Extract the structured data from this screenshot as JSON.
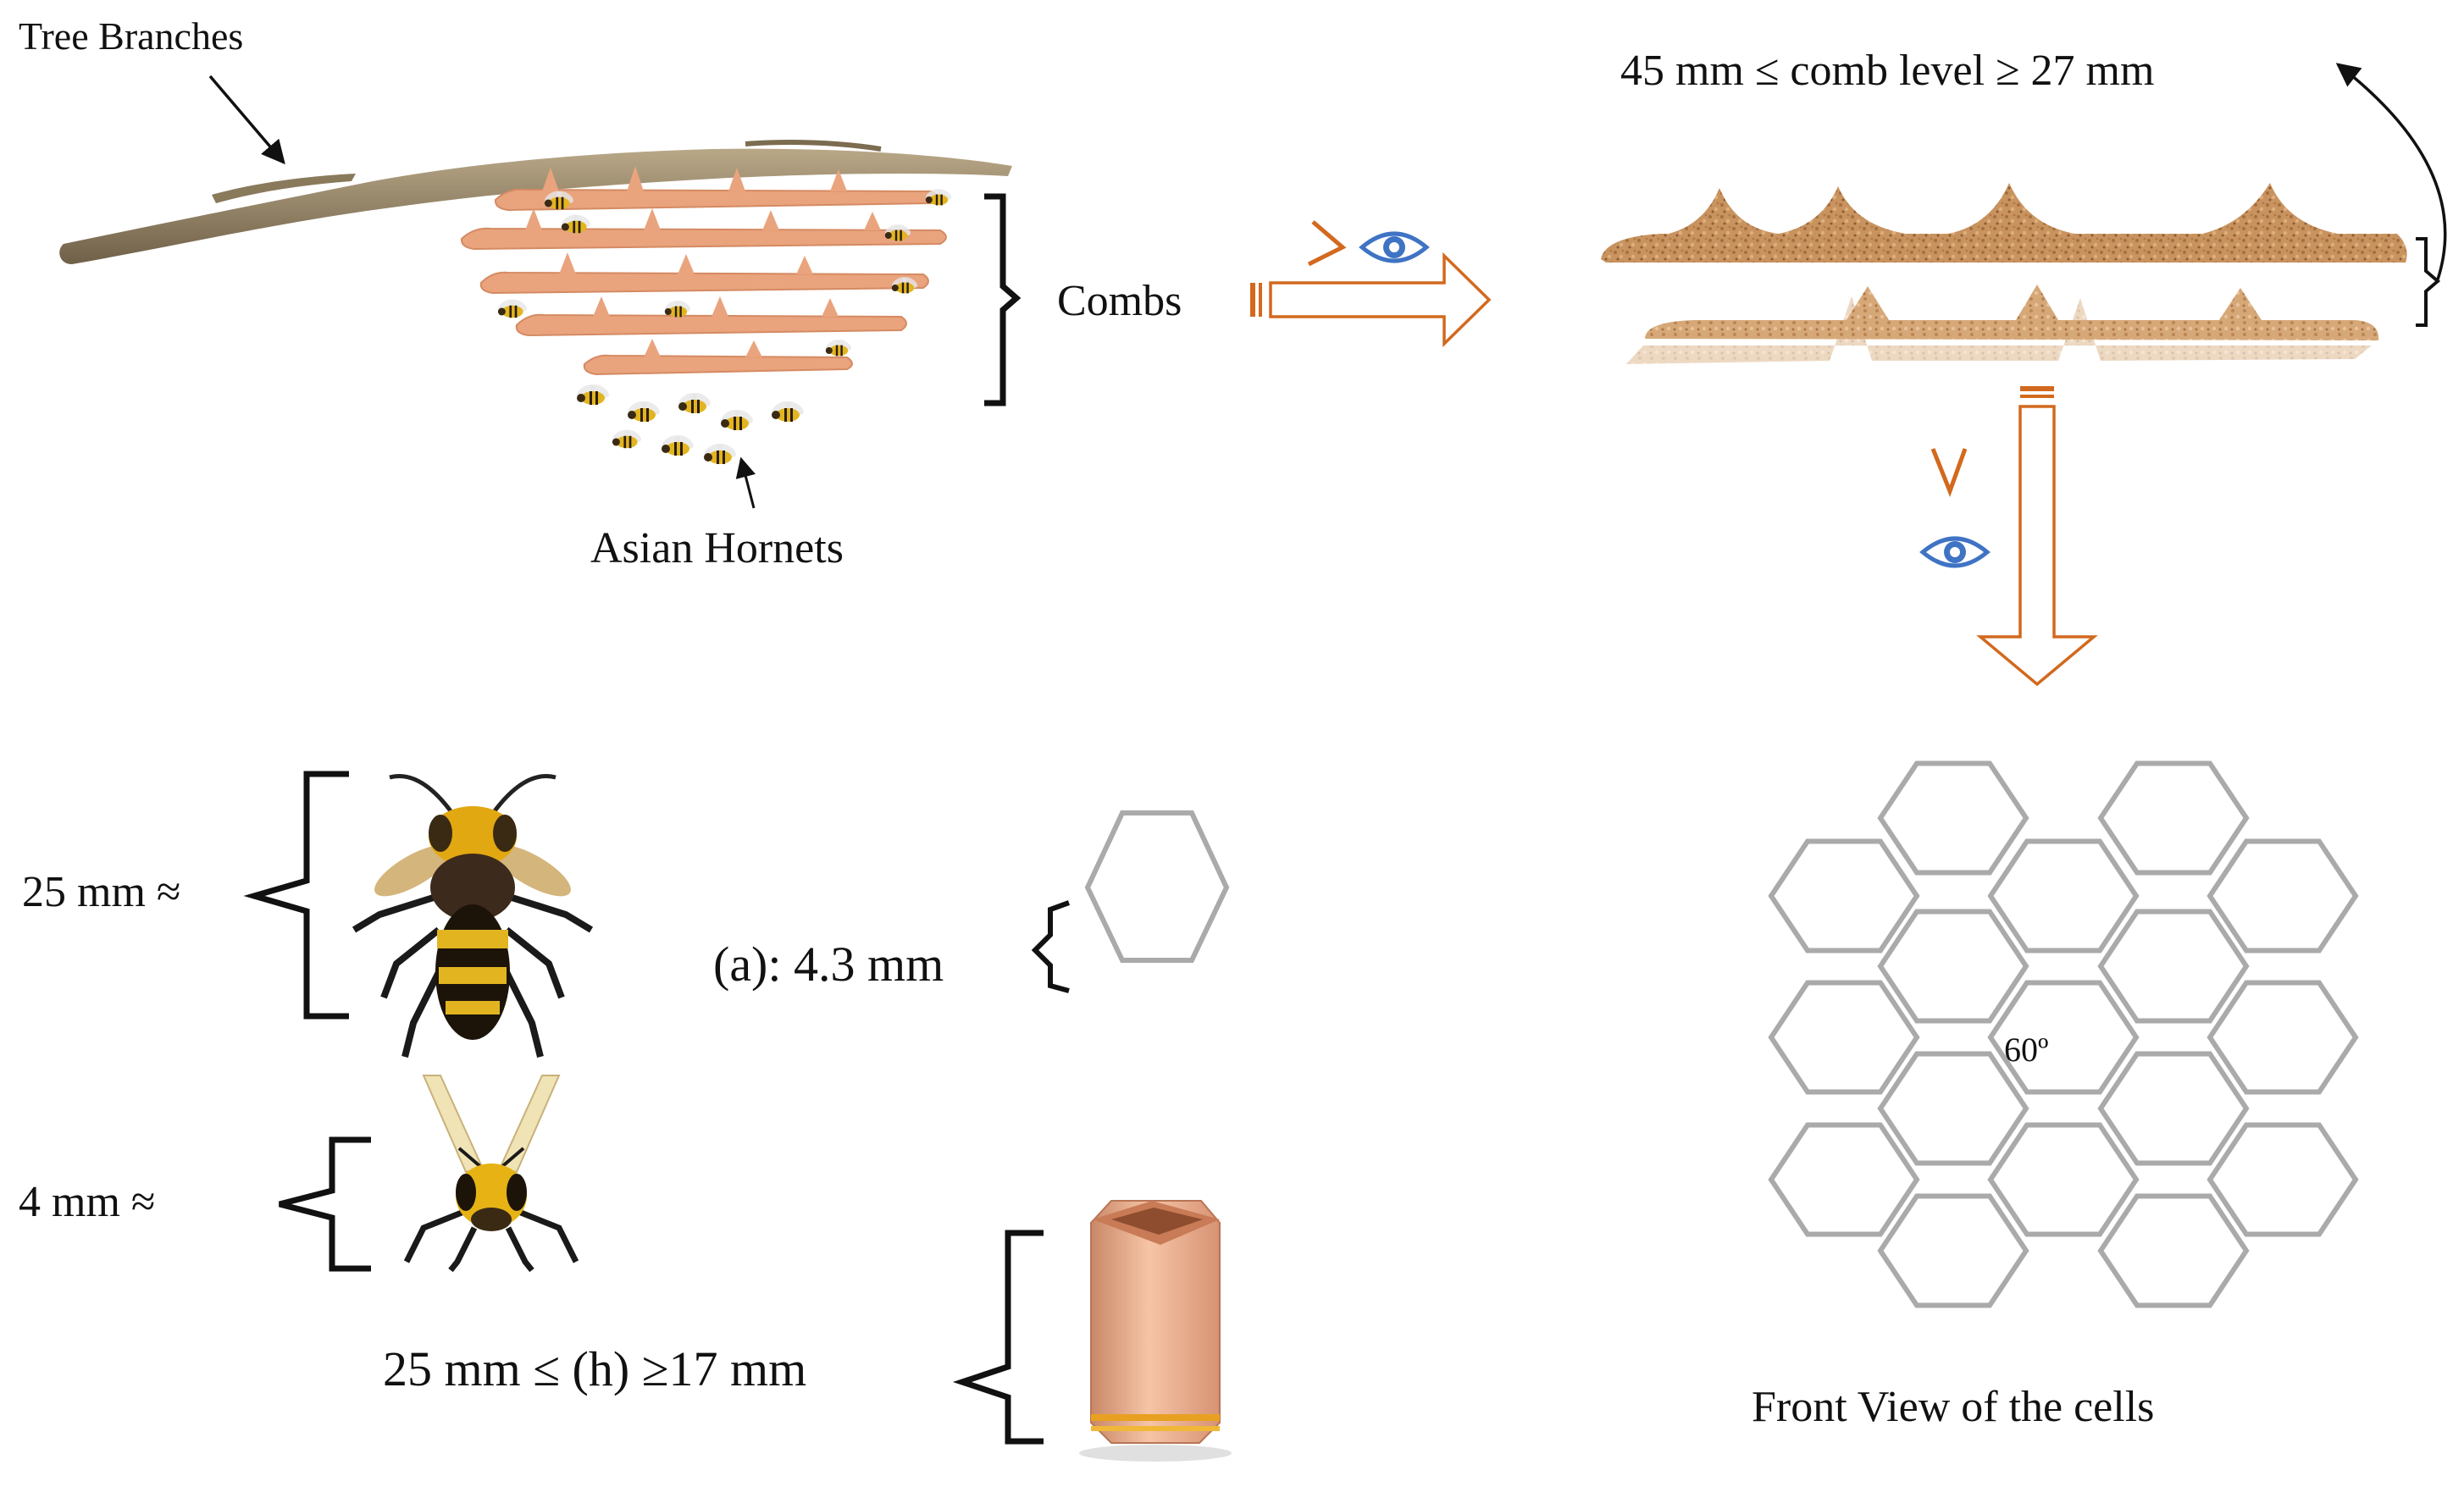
{
  "labels": {
    "tree_branches": "Tree Branches",
    "combs": "Combs",
    "asian_hornets": "Asian Hornets",
    "comb_level": "45 mm ≤ comb level  ≥ 27 mm",
    "hornet_size": "25 mm ≈",
    "bee_size": "4 mm ≈",
    "cell_width": "(a): 4.3 mm",
    "cell_height": "25 mm ≤ (h)  ≥17 mm",
    "front_view": "Front View of the cells",
    "angle": "60º"
  },
  "colors": {
    "comb_fill": "#e9a47e",
    "comb_texture": "#b8845a",
    "arrow_orange": "#d2691e",
    "eye_blue": "#3f73c4",
    "hex_stroke": "#aaaaaa",
    "branch": "#9c8a6c",
    "hornet_yellow": "#e0b21a",
    "cup_copper": "#e6a887"
  },
  "icons": [
    "eye-icon",
    "viewer-face-icon",
    "hornet-illustration",
    "bee-illustration",
    "hexagon-cell-icon",
    "cell-prism-icon"
  ]
}
